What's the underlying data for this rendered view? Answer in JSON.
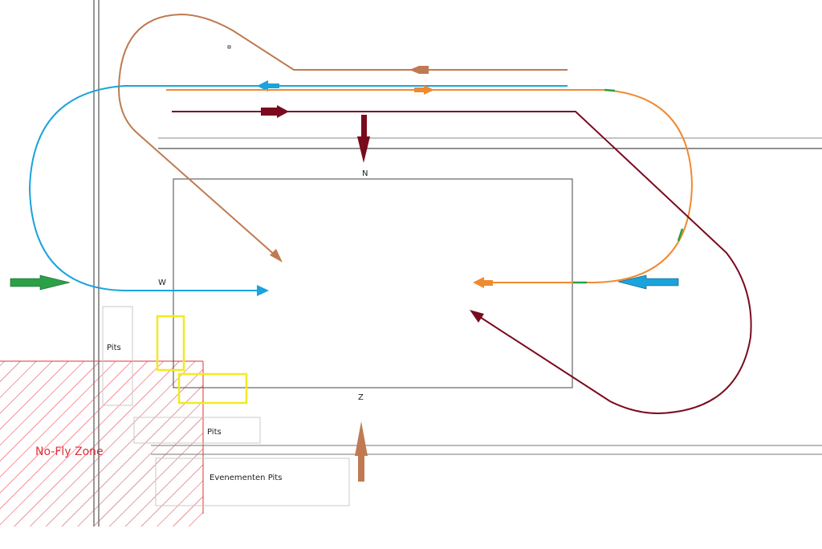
{
  "diagram": {
    "title": "Flight pattern field layout",
    "compass": {
      "north": "N",
      "south": "Z",
      "west": "W"
    },
    "labels": {
      "pits_left": "Pits",
      "pits_bottom": "Pits",
      "event_pits": "Evenementen Pits",
      "no_fly_zone": "No-Fly Zone"
    },
    "colors": {
      "brown": "#c07a52",
      "blue": "#1aa3dc",
      "orange": "#f08a30",
      "darkred": "#7a0a1e",
      "green": "#2aa048",
      "yellow": "#f2ea20",
      "nofly": "#e0303a",
      "road_gray": "#888888",
      "box_border": "#333333",
      "pit_border": "#c8c8c8"
    },
    "routes": [
      {
        "name": "brown-route",
        "color_key": "brown"
      },
      {
        "name": "blue-route",
        "color_key": "blue"
      },
      {
        "name": "orange-route",
        "color_key": "orange"
      },
      {
        "name": "darkred-route",
        "color_key": "darkred"
      }
    ],
    "wind_arrow": {
      "color_key": "green",
      "direction": "east"
    }
  }
}
